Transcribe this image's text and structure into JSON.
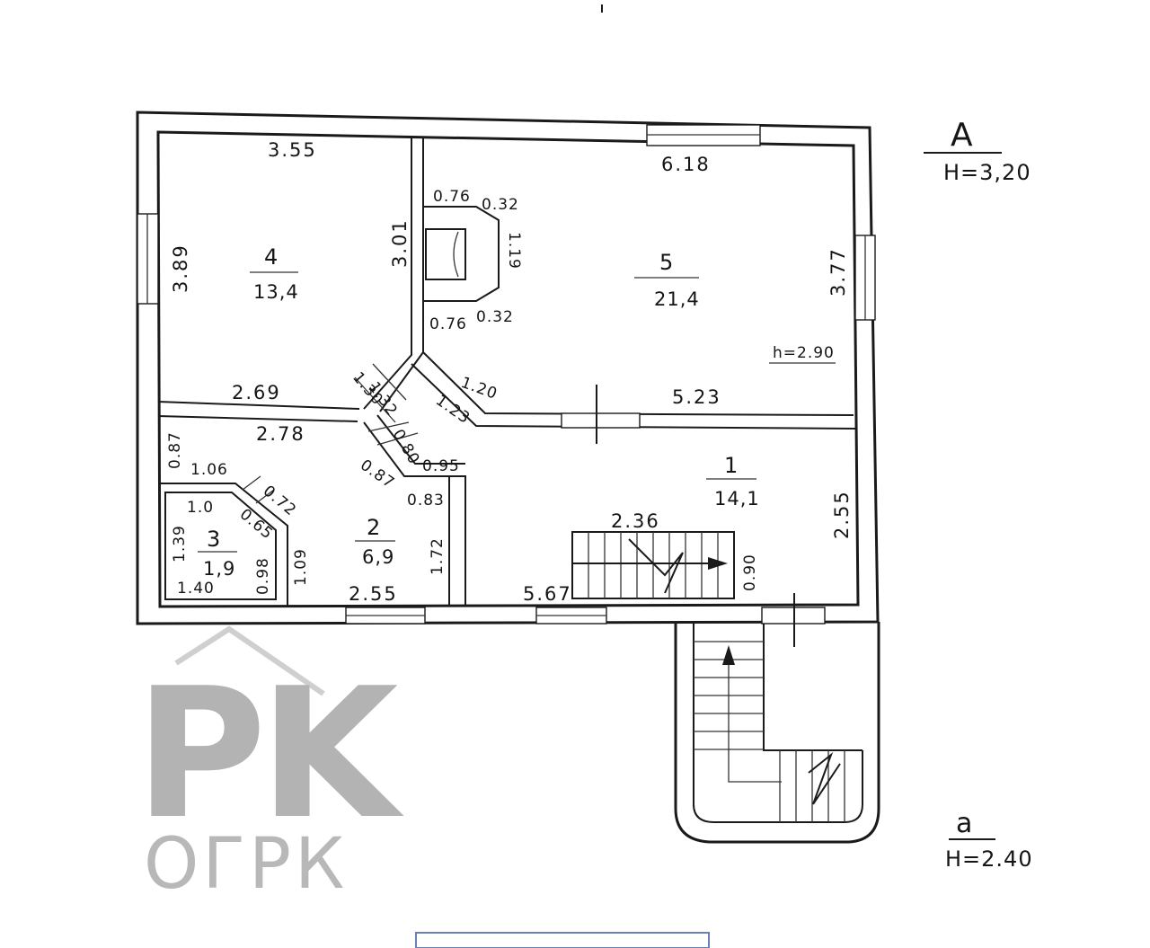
{
  "rooms": [
    {
      "number": "4",
      "area": "13,4"
    },
    {
      "number": "5",
      "area": "21,4"
    },
    {
      "number": "1",
      "area": "14,1"
    },
    {
      "number": "2",
      "area": "6,9"
    },
    {
      "number": "3",
      "area": "1,9"
    }
  ],
  "dimensions": {
    "d_355": "3.55",
    "d_618": "6.18",
    "d_389": "3.89",
    "d_301": "3.01",
    "d_377": "3.77",
    "d_119": "1.19",
    "d_076_top": "0.76",
    "d_032_top": "0.32",
    "d_076_bot": "0.76",
    "d_032_bot": "0.32",
    "d_269": "2.69",
    "d_130": "1.30",
    "d_132": "1.32",
    "d_120": "1.20",
    "d_123": "1.23",
    "d_523": "5.23",
    "d_278": "2.78",
    "d_087_left": "0.87",
    "d_106": "1.06",
    "d_080": "0.80",
    "d_087_mid": "0.87",
    "d_095": "0.95",
    "d_083": "0.83",
    "d_072": "0.72",
    "d_065": "0.65",
    "d_10": "1.0",
    "d_139": "1.39",
    "d_140": "1.40",
    "d_098": "0.98",
    "d_109": "1.09",
    "d_172": "1.72",
    "d_255_bottom": "2.55",
    "d_567": "5.67",
    "d_236": "2.36",
    "d_090": "0.90",
    "d_255_right": "2.55"
  },
  "room_height_note": "h=2.90",
  "legend": {
    "main_letter": "A",
    "main_height": "H=3,20",
    "annex_letter": "a",
    "annex_height": "H=2.40"
  },
  "logo": {
    "text": "ОГРК",
    "letters": "PK",
    "color": "#b8b8b8"
  },
  "icons": {
    "stair_arrow": "arrow-right-icon",
    "entry_arrow": "arrow-up-icon"
  }
}
